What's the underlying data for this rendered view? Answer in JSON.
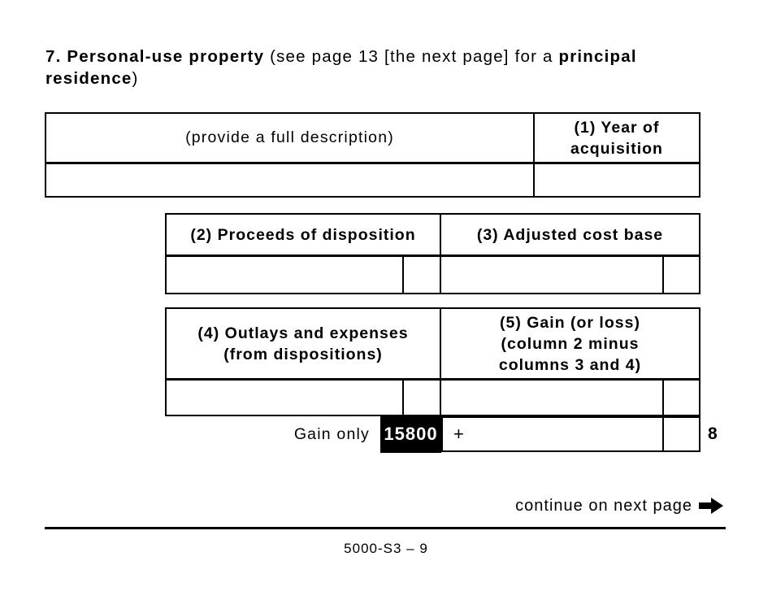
{
  "colors": {
    "ink": "#000000",
    "paper": "#ffffff",
    "highlight_bg": "#000000",
    "highlight_text": "#ffffff"
  },
  "title": {
    "line1_bold": "7. Personal-use property",
    "line1_regular": " (see page 13 [the next page] for a ",
    "line1_bold2": "principal",
    "line2_bold": "residence",
    "line2_regular": ")"
  },
  "description_table": {
    "description_header": "(provide a full description)",
    "year_header": "(1) Year of\nacquisition"
  },
  "proceeds_table": {
    "proceeds_header": "(2) Proceeds of disposition",
    "adjusted_cost_base_header": "(3) Adjusted cost base"
  },
  "outlays_table": {
    "outlays_header": "(4) Outlays and expenses\n(from dispositions)",
    "gain_loss_header": "(5) Gain (or loss)\n(column 2 minus\ncolumns 3 and 4)"
  },
  "gain_row": {
    "label": "Gain only",
    "amount": "15800",
    "plus": "+",
    "line_number": "8"
  },
  "continue": {
    "text": "continue on next page"
  },
  "footer": {
    "page_code": "5000-S3 – 9"
  }
}
